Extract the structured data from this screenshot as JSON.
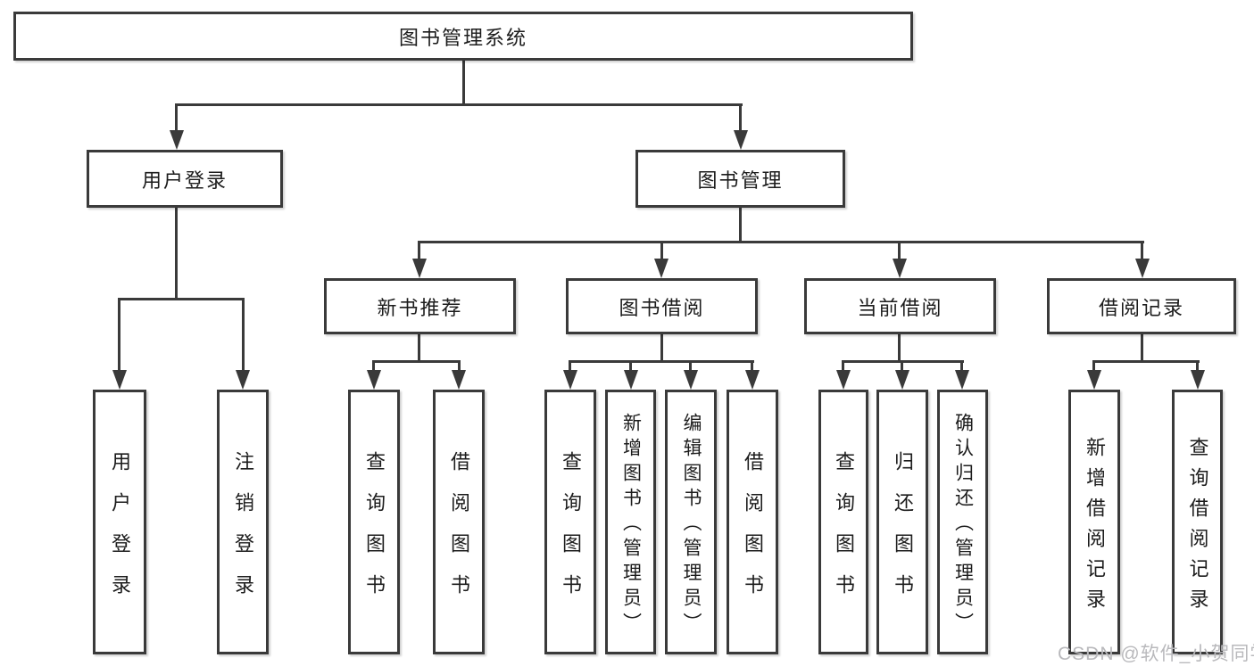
{
  "diagram": {
    "type": "hierarchy-tree",
    "title": "图书管理系统",
    "nodes": {
      "root": {
        "label": "图书管理系统",
        "level": 1
      },
      "user_login": {
        "label": "用户登录",
        "level": 2,
        "parent": "root"
      },
      "book_mgmt": {
        "label": "图书管理",
        "level": 2,
        "parent": "root"
      },
      "leaf_user_login": {
        "label": "用户登录",
        "level": 3,
        "parent": "user_login"
      },
      "leaf_logout": {
        "label": "注销登录",
        "level": 3,
        "parent": "user_login"
      },
      "new_book_rec": {
        "label": "新书推荐",
        "level": 3,
        "parent": "book_mgmt"
      },
      "book_borrow": {
        "label": "图书借阅",
        "level": 3,
        "parent": "book_mgmt"
      },
      "current_borrow": {
        "label": "当前借阅",
        "level": 3,
        "parent": "book_mgmt"
      },
      "borrow_record": {
        "label": "借阅记录",
        "level": 3,
        "parent": "book_mgmt"
      },
      "nb_query": {
        "label": "查询图书",
        "level": 4,
        "parent": "new_book_rec"
      },
      "nb_borrow": {
        "label": "借阅图书",
        "level": 4,
        "parent": "new_book_rec"
      },
      "bb_query": {
        "label": "查询图书",
        "level": 4,
        "parent": "book_borrow"
      },
      "bb_add": {
        "label": "新增图书（管理员）",
        "level": 4,
        "parent": "book_borrow"
      },
      "bb_edit": {
        "label": "编辑图书（管理员）",
        "level": 4,
        "parent": "book_borrow"
      },
      "bb_borrow": {
        "label": "借阅图书",
        "level": 4,
        "parent": "book_borrow"
      },
      "cb_query": {
        "label": "查询图书",
        "level": 4,
        "parent": "current_borrow"
      },
      "cb_return": {
        "label": "归还图书",
        "level": 4,
        "parent": "current_borrow"
      },
      "cb_confirm": {
        "label": "确认归还（管理员）",
        "level": 4,
        "parent": "current_borrow"
      },
      "br_add": {
        "label": "新增借阅记录",
        "level": 4,
        "parent": "borrow_record"
      },
      "br_query": {
        "label": "查询借阅记录",
        "level": 4,
        "parent": "borrow_record"
      }
    },
    "watermark": {
      "text": "CSDN @软件_小贺同学"
    },
    "colors": {
      "background": "#ffffff",
      "box_border": "#3a3a3a",
      "line": "#3a3a3a",
      "text": "#1c1c1c",
      "watermark": "#b9b9bc"
    }
  }
}
